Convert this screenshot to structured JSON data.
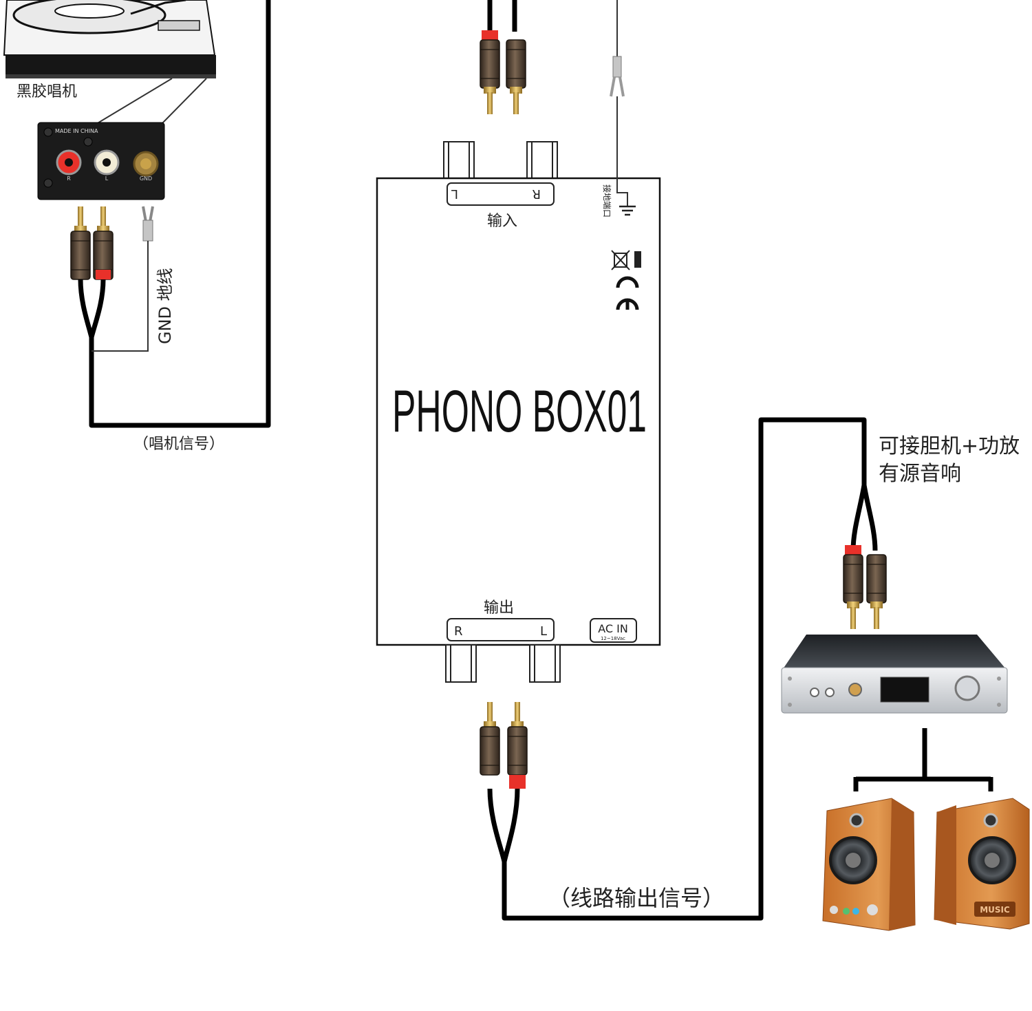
{
  "turntable": {
    "label": "黑胶唱机",
    "connector_panel": {
      "header": "MADE IN CHINA",
      "jack_labels": [
        "R",
        "L"
      ],
      "ground_label": "GND"
    }
  },
  "wires": {
    "gnd_label": "GND 地线",
    "turntable_signal_label": "（唱机信号）",
    "line_out_label": "（线路输出信号）",
    "amp_note_line1": "可接胆机+功放",
    "amp_note_line2": "有源音响"
  },
  "phono_box": {
    "title": "PHONO BOX01",
    "input_label": "输入",
    "input_left": "L",
    "input_right": "R",
    "ground_port_label": "接地端口",
    "output_label": "输出",
    "output_left": "R",
    "output_right": "L",
    "ac_in_label": "AC IN",
    "ac_in_voltage": "12~18Vac"
  },
  "speakers": {
    "badge": "MUSIC"
  },
  "colors": {
    "cable": "#000000",
    "rca_red": "#e8312a",
    "rca_body": "#5a4a3a",
    "gold": "#c9a24a",
    "wood": "#d8843e",
    "wood_dark": "#a8571f",
    "amp_silver": "#d8dbdf",
    "amp_top": "#2c2f33"
  }
}
